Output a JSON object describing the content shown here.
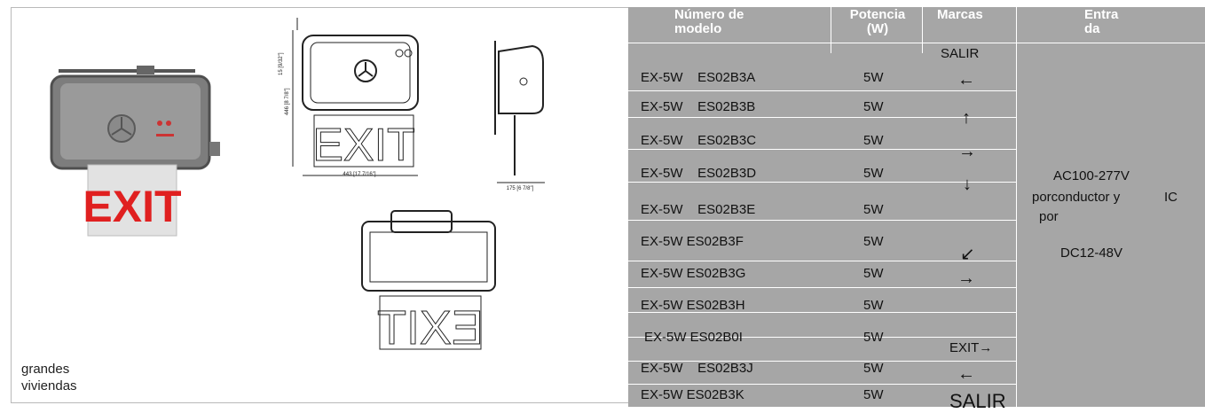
{
  "caption": {
    "line1": "grandes",
    "line2": "viviendas"
  },
  "product": {
    "sign_text": "EXIT"
  },
  "drawings": {
    "dim_width": "443 [17 7/16\"]",
    "dim_height": "446 [8 7/8\"]",
    "dim_top": "15 [9/32\"]",
    "dim_side": "175 [6 7/8\"]"
  },
  "table": {
    "headers": {
      "model": [
        "Número de",
        "modelo"
      ],
      "power": [
        "Potencia",
        "(W)"
      ],
      "marks": "Marcas",
      "input": [
        "Entra",
        "da"
      ]
    },
    "rows": [
      {
        "model": "EX-5W    ES02B3A",
        "power": "5W"
      },
      {
        "model": "EX-5W    ES02B3B",
        "power": "5W"
      },
      {
        "model": "EX-5W    ES02B3C",
        "power": "5W"
      },
      {
        "model": "EX-5W    ES02B3D",
        "power": "5W"
      },
      {
        "model": "EX-5W    ES02B3E",
        "power": "5W"
      },
      {
        "model": "EX-5W ES02B3F",
        "power": "5W"
      },
      {
        "model": "EX-5W ES02B3G",
        "power": "5W"
      },
      {
        "model": "EX-5W ES02B3H",
        "power": "5W"
      },
      {
        "model": "EX-5W ES02B0I",
        "power": "5W"
      },
      {
        "model": "EX-5W    ES02B3J",
        "power": "5W"
      },
      {
        "model": "EX-5W ES02B3K",
        "power": "5W"
      }
    ],
    "marks": [
      "SALIR",
      "←",
      "↑",
      "→",
      "↓",
      "↙",
      "→",
      "EXIT→",
      "←",
      "SALIR"
    ],
    "input": {
      "line1": "AC100-277V",
      "line2a": "porconductor y",
      "line2b": "IC",
      "line3": "por",
      "line4": "DC12-48V"
    }
  }
}
